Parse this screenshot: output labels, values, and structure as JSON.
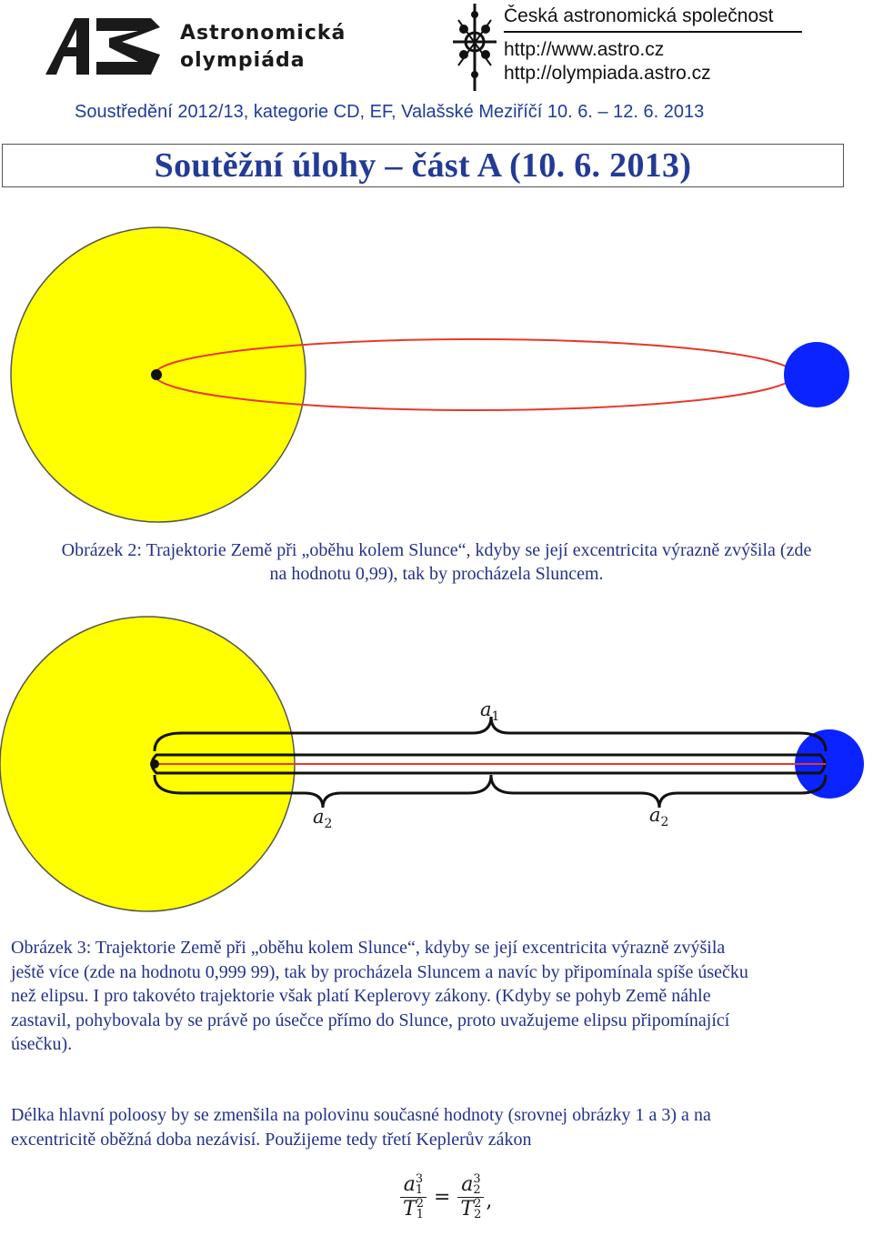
{
  "header": {
    "logo_line1": "Astronomická",
    "logo_line2": "olympiáda",
    "society_name": "Česká astronomická společnost",
    "url1": "http://www.astro.cz",
    "url2": "http://olympiada.astro.cz",
    "meeting": "Soustředění 2012/13, kategorie CD, EF, Valašské Meziříčí 10. 6. – 12. 6. 2013"
  },
  "title": "Soutěžní úlohy – část A (10. 6. 2013)",
  "figure2": {
    "caption_line1": "Obrázek 2: Trajektorie Země při „oběhu kolem Slunce“, kdyby se její excentricita výrazně zvýšila (zde",
    "caption_line2": "na hodnotu 0,99), tak by procházela Sluncem."
  },
  "figure3": {
    "label_top": "a",
    "label_top_sub": "1",
    "label_left": "a",
    "label_left_sub": "2",
    "label_right": "a",
    "label_right_sub": "2",
    "caption_lines": [
      "Obrázek 3: Trajektorie Země při „oběhu kolem Slunce“, kdyby se její excentricita výrazně zvýšila",
      "ještě více (zde na hodnotu 0,999 99), tak by procházela Sluncem a navíc by připomínala spíše úsečku",
      "než elipsu. I pro takovéto trajektorie však platí Keplerovy zákony. (Kdyby se pohyb Země náhle",
      "zastavil, pohybovala by se právě po úsečce přímo do Slunce, proto uvažujeme elipsu připomínající",
      "úsečku)."
    ]
  },
  "body": {
    "para_lines": [
      "Délka hlavní poloosy by se zmenšila na polovinu současné hodnoty (srovnej obrázky 1 a 3) a na",
      "excentricitě oběžná doba nezávisí. Použijeme tedy třetí Keplerův zákon"
    ]
  },
  "formula": {
    "num1": "a",
    "num1_sub": "1",
    "num1_sup": "3",
    "den1": "T",
    "den1_sub": "1",
    "den1_sup": "2",
    "equals": "=",
    "num2": "a",
    "num2_sub": "2",
    "num2_sup": "3",
    "den2": "T",
    "den2_sub": "2",
    "den2_sup": "2",
    "trailing": ","
  },
  "colors": {
    "sun": "#ffff00",
    "earth": "#0a23ff",
    "orbit": "#e8382c",
    "text": "#24318a"
  }
}
